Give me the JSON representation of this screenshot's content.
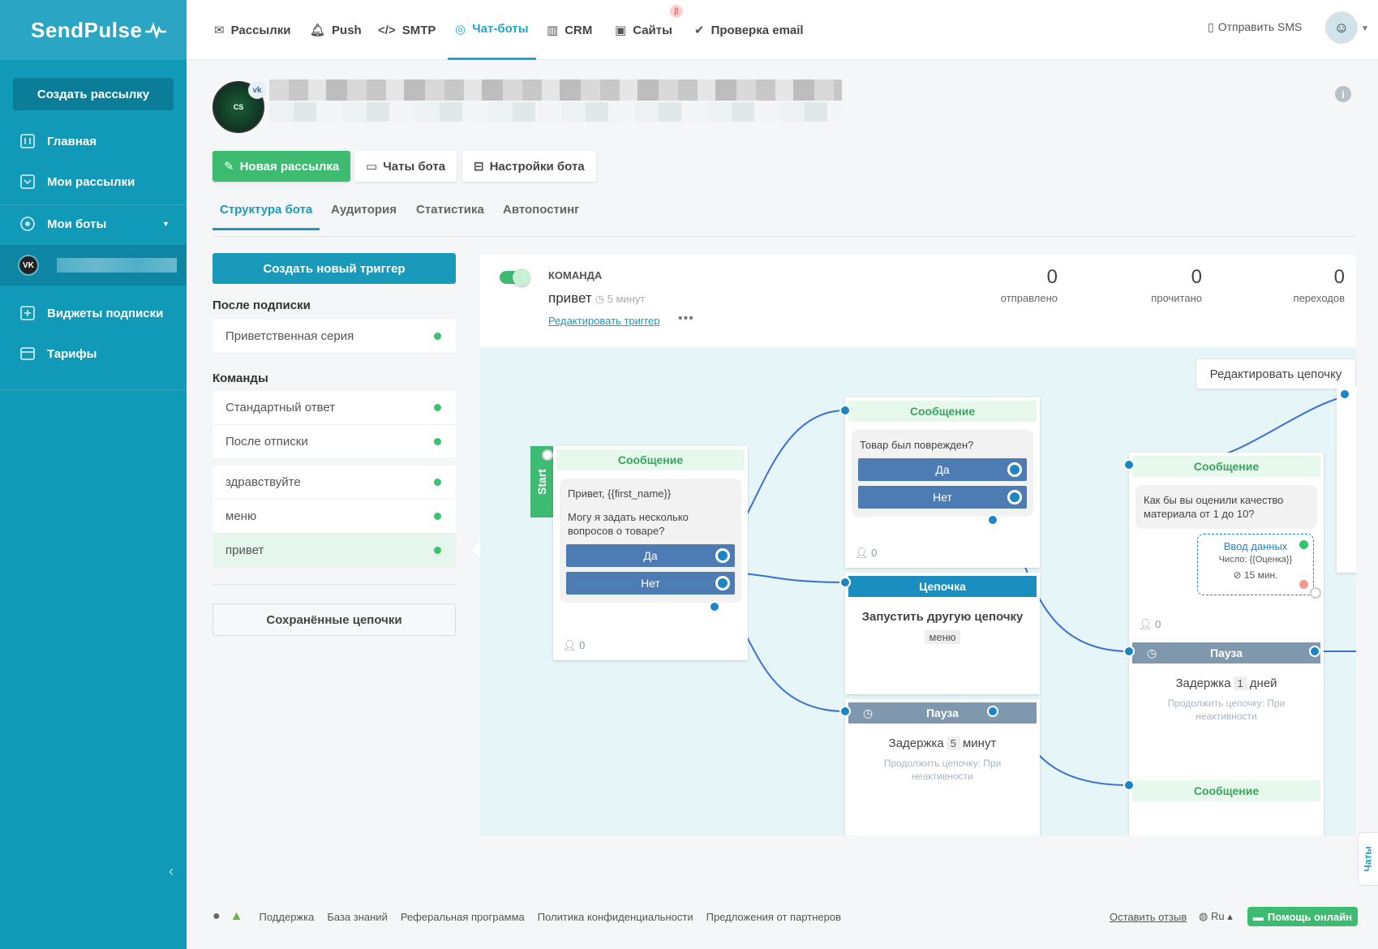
{
  "brand": {
    "logo_text": "SendPulse",
    "accent": "#1aaad0",
    "green": "#3dbb71"
  },
  "sidebar": {
    "create_label": "Создать рассылку",
    "items": [
      {
        "label": "Главная",
        "icon": "dashboard-icon"
      },
      {
        "label": "Мои рассылки",
        "icon": "mail-icon"
      },
      {
        "label": "Мои боты",
        "icon": "bot-icon"
      },
      {
        "label": "Виджеты подписки",
        "icon": "widget-icon"
      },
      {
        "label": "Тарифы",
        "icon": "tariff-icon"
      }
    ]
  },
  "topnav": {
    "items": [
      "Рассылки",
      "Push",
      "SMTP",
      "Чат-боты",
      "CRM",
      "Сайты",
      "Проверка email"
    ],
    "active": "Чат-боты",
    "beta": "β",
    "sms_label": "Отправить SMS"
  },
  "bot": {
    "buttons": {
      "new": "Новая рассылка",
      "chats": "Чаты бота",
      "settings": "Настройки бота"
    },
    "tabs": [
      "Структура бота",
      "Аудитория",
      "Статистика",
      "Автопостинг"
    ]
  },
  "left": {
    "create_trigger": "Создать новый триггер",
    "after_sub_title": "После подписки",
    "after_sub_items": [
      "Приветственная серия"
    ],
    "commands_title": "Команды",
    "command_items_a": [
      "Стандартный ответ",
      "После отписки"
    ],
    "command_items_b": [
      "здравствуйте",
      "меню",
      "привет"
    ],
    "saved_label": "Сохранённые цепочки"
  },
  "panel": {
    "type_label": "КОМАНДА",
    "name": "привет",
    "time": "5 минут",
    "edit_link": "Редактировать триггер",
    "more": "•••",
    "stats": [
      {
        "n": "0",
        "l": "отправлено"
      },
      {
        "n": "0",
        "l": "прочитано"
      },
      {
        "n": "0",
        "l": "переходов"
      }
    ]
  },
  "canvas": {
    "edit_chain": "Редактировать цепочку",
    "start": "Start",
    "card1": {
      "header": "Сообщение",
      "text1": "Привет, {{first_name}}",
      "text2": "Могу я задать несколько вопросов о товаре?",
      "btn_yes": "Да",
      "btn_no": "Нет",
      "count": "0"
    },
    "card2": {
      "header": "Сообщение",
      "text": "Товар был поврежден?",
      "btn_yes": "Да",
      "btn_no": "Нет",
      "count": "0"
    },
    "card3": {
      "header": "Цепочка",
      "title": "Запустить другую цепочку",
      "tag": "меню"
    },
    "card4": {
      "header": "Пауза",
      "pre": "Задержка",
      "val": "5",
      "unit": "минут",
      "faint": "Продолжить цепочку: При неактивности"
    },
    "card5": {
      "header": "Сообщение",
      "text": "Как бы вы оценили качество материала от 1 до 10?",
      "input_title": "Ввод данных",
      "input_line": "Число: {{Оценка}}",
      "input_timer": "15 мин.",
      "count": "0"
    },
    "card6": {
      "header": "Пауза",
      "pre": "Задержка",
      "val": "1",
      "unit": "дней",
      "faint": "Продолжить цепочку: При неактивности"
    },
    "card7": {
      "header": "Сообщение"
    }
  },
  "footer": {
    "links": [
      "Поддержка",
      "База знаний",
      "Реферальная программа",
      "Политика конфиденциальности",
      "Предложения от партнеров"
    ],
    "feedback": "Оставить отзыв",
    "lang": "Ru",
    "help": "Помощь онлайн",
    "chats_tab": "Чаты"
  }
}
